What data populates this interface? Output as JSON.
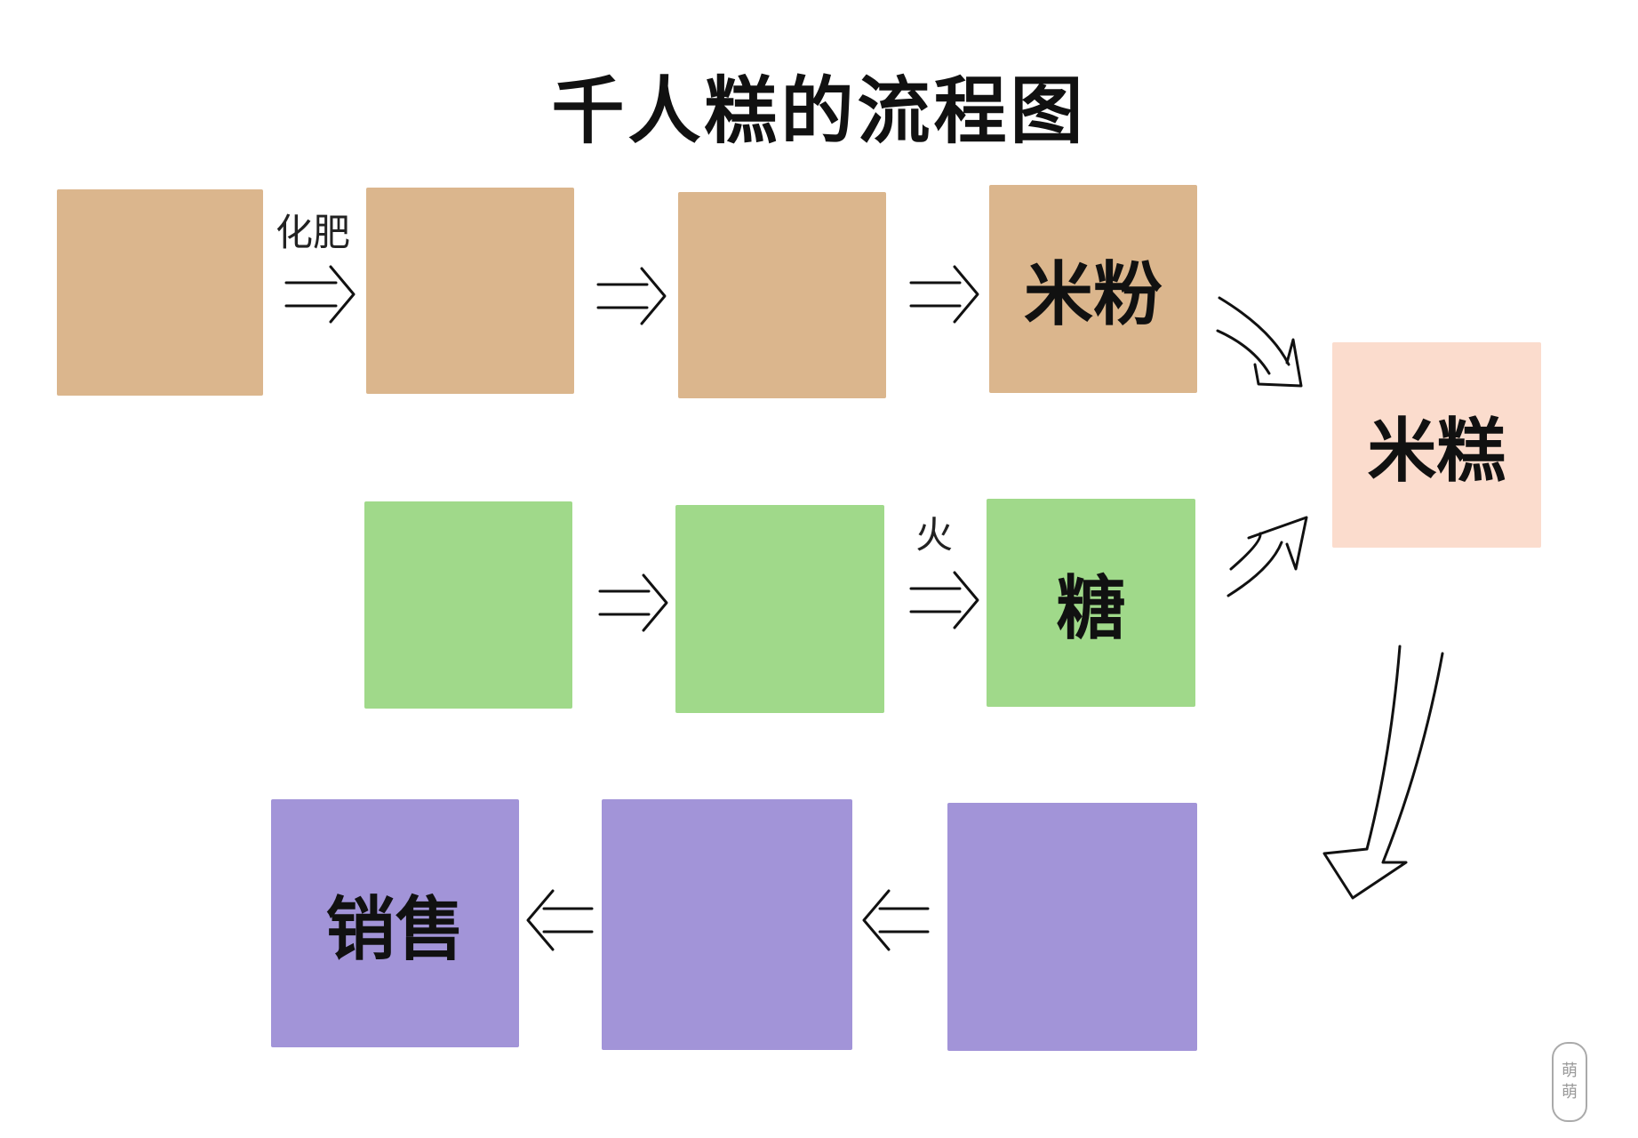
{
  "title": "千人糕的流程图",
  "colors": {
    "row1": "#dbb68d",
    "row2": "#a0d98a",
    "row3": "#a294d8",
    "result": "#fbdccd"
  },
  "row1": {
    "boxes": [
      "",
      "",
      "",
      "米粉"
    ],
    "arrow_labels": [
      "化肥",
      "",
      ""
    ]
  },
  "row2": {
    "boxes": [
      "",
      "",
      "糖"
    ],
    "arrow_labels": [
      "",
      "火"
    ]
  },
  "result": {
    "label": "米糕"
  },
  "row3": {
    "boxes": [
      "销售",
      "",
      ""
    ]
  },
  "seal": "萌萌"
}
